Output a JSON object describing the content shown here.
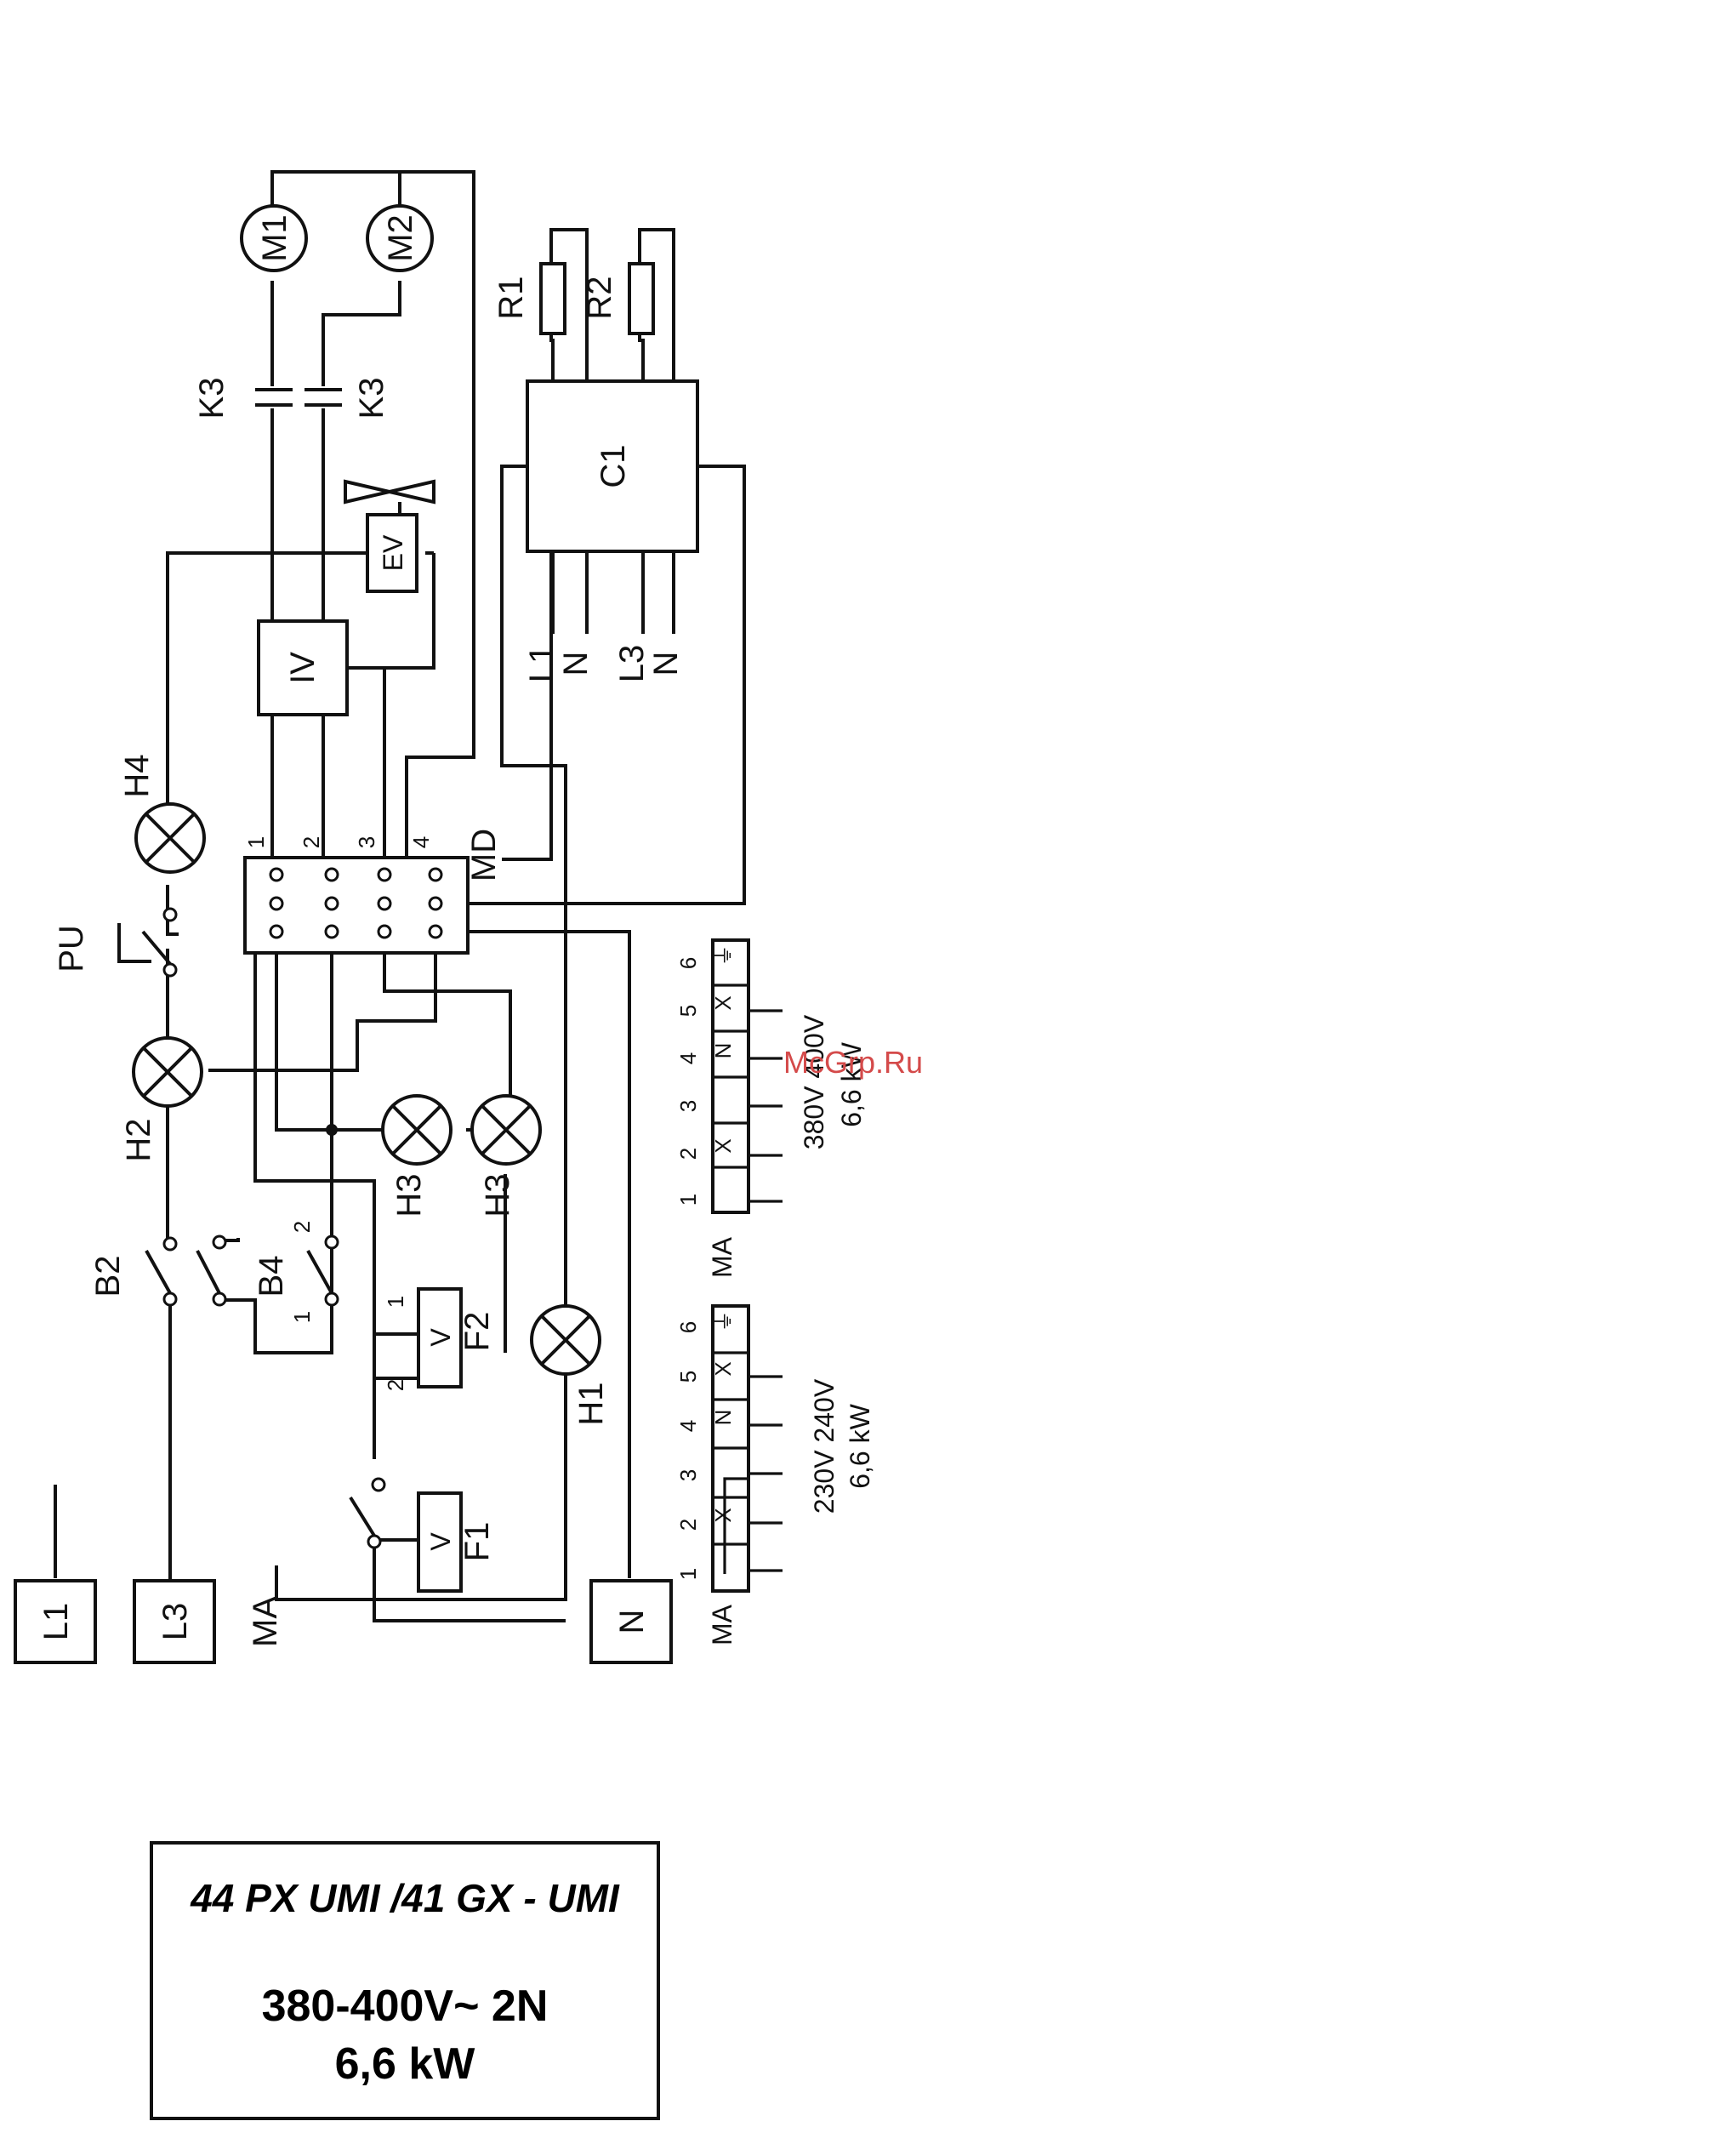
{
  "components": {
    "m1": "M1",
    "m2": "M2",
    "k3": "K3",
    "r1": "R1",
    "r2": "R2",
    "c1": "C1",
    "ev": "EV",
    "iv": "IV",
    "h1": "H1",
    "h2": "H2",
    "h3": "H3",
    "h4": "H4",
    "pu": "PU",
    "md": "MD",
    "ma": "MA",
    "b2": "B2",
    "b4": "B4",
    "f1": "F1",
    "f2": "F2",
    "v": "V"
  },
  "supply_labels": [
    "L1",
    "N",
    "L3",
    "N"
  ],
  "main_terminals": {
    "l1": "L1",
    "l3": "L3",
    "n": "N"
  },
  "md_pins": [
    "1",
    "2",
    "3",
    "4"
  ],
  "switch_pins": {
    "one": "1",
    "two": "2"
  },
  "terminal_block_380": {
    "label": "MA",
    "pins": [
      "1",
      "2",
      "3",
      "4",
      "5",
      "6"
    ],
    "cells": [
      "",
      "X",
      "",
      "N",
      "X",
      "⏚"
    ],
    "voltage": "380V 400V",
    "power": "6,6 kW"
  },
  "terminal_block_230": {
    "label": "MA",
    "pins": [
      "1",
      "2",
      "3",
      "4",
      "5",
      "6"
    ],
    "cells": [
      "",
      "X",
      "",
      "N",
      "X",
      "⏚"
    ],
    "voltage": "230V 240V",
    "power": "6,6 kW"
  },
  "title_block": {
    "model": "44 PX UMI /41 GX - UMI",
    "voltage": "380-400V~ 2N",
    "power": "6,6 kW"
  },
  "watermark": "McGrp.Ru"
}
